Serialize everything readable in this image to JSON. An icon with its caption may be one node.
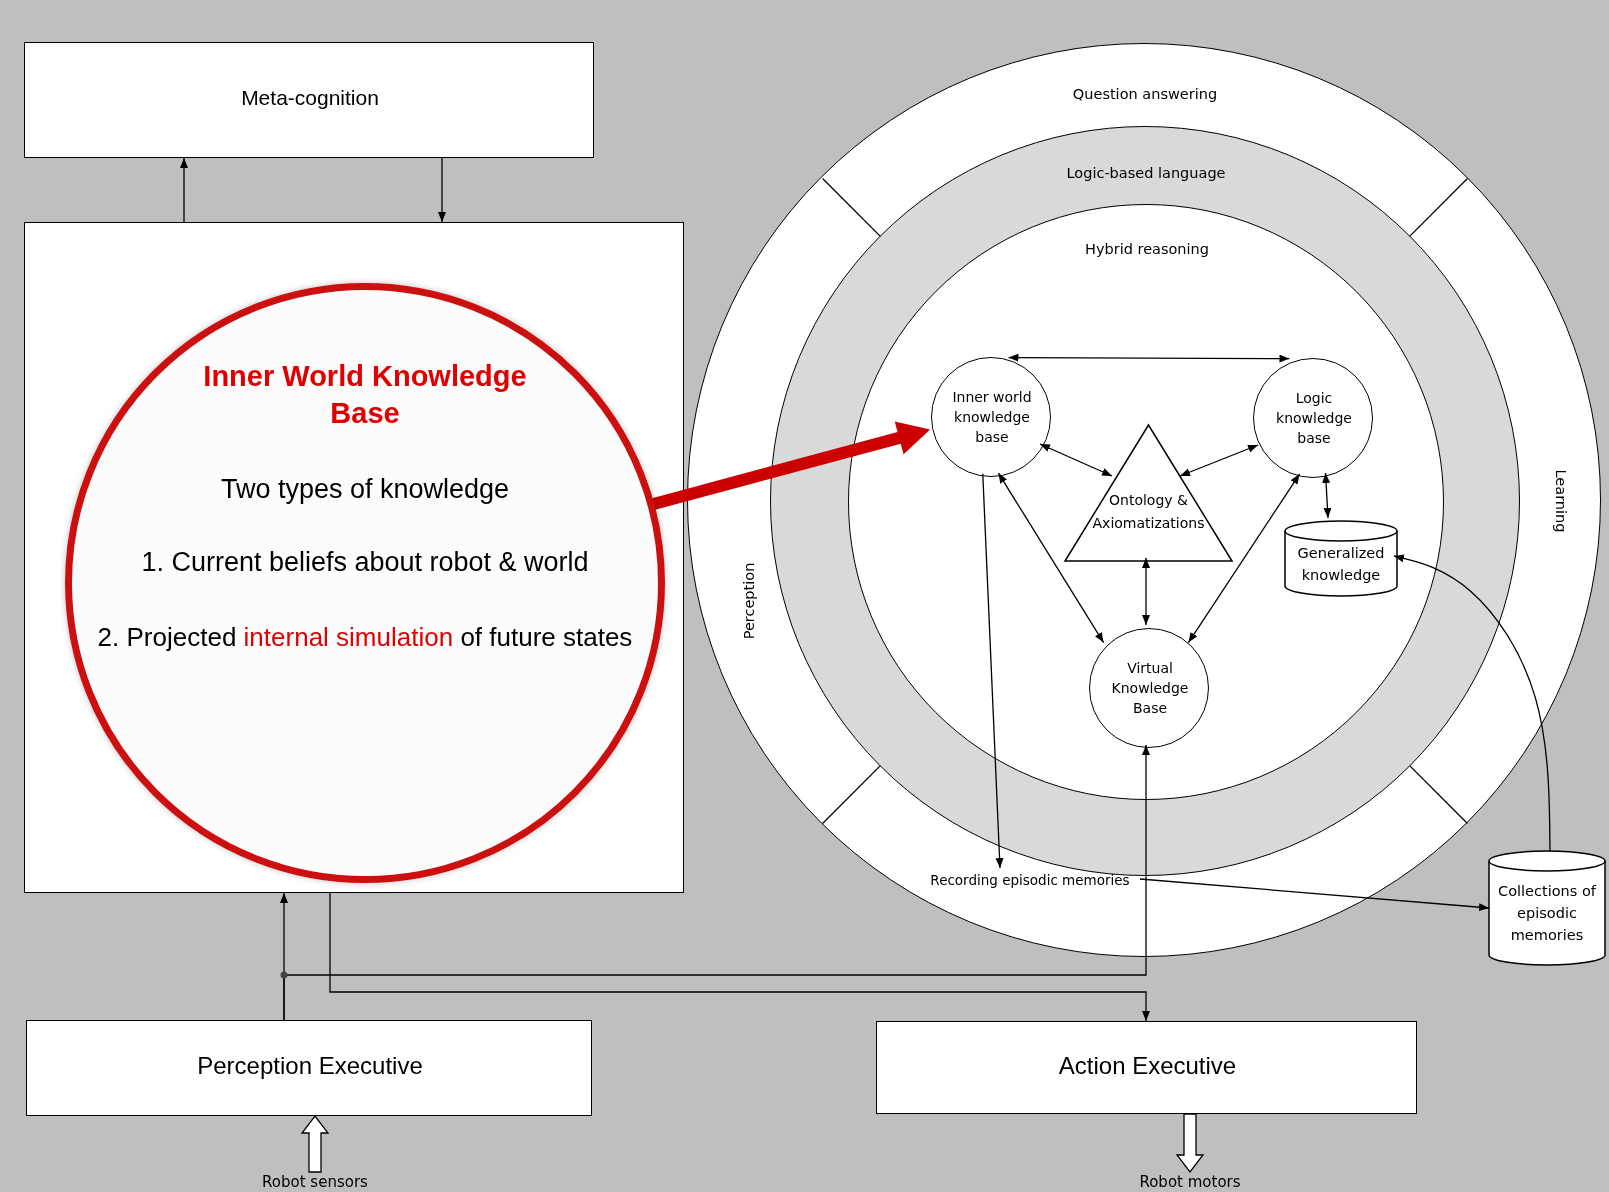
{
  "diagram": {
    "nodes": [
      {
        "text": [
          "Meta-cognition"
        ]
      },
      {
        "text": [],
        "shape": "box"
      },
      {
        "text": [
          "Inner World Knowledge Base",
          "Two types of knowledge",
          "1. Current beliefs about robot & world",
          "2. Projected *internal simulation* of future states"
        ],
        "in": 1
      },
      {
        "text": [],
        "shape": "circle"
      },
      {
        "text": [
          "Question answering"
        ],
        "in": 3
      },
      {
        "text": [
          "Perception"
        ],
        "in": 3
      },
      {
        "text": [
          "Learning"
        ],
        "in": 3
      },
      {
        "text": [
          "Logic-based language"
        ],
        "in": 3
      },
      {
        "text": [
          "Hybrid reasoning"
        ],
        "in": 7
      },
      {
        "text": [
          "Inner world knowledge base"
        ],
        "in": 8
      },
      {
        "text": [
          "Logic knowledge base"
        ],
        "in": 8
      },
      {
        "text": [
          "Ontology & Axiomatizations"
        ],
        "in": 8
      },
      {
        "text": [
          "Generalized knowledge"
        ],
        "in": 8
      },
      {
        "text": [
          "Virtual Knowledge Base"
        ],
        "in": 8
      },
      {
        "text": [
          "Recording episodic memories"
        ],
        "in": 3
      },
      {
        "text": [
          "Collections of episodic memories"
        ]
      },
      {
        "text": [
          "Perception Executive"
        ]
      },
      {
        "text": [
          "Action Executive"
        ]
      },
      {
        "text": [
          "Robot sensors"
        ]
      },
      {
        "text": [
          "Robot motors"
        ]
      }
    ],
    "edges": [
      {
        "from": 1,
        "to": 0,
        "arrow": "to"
      },
      {
        "from": 0,
        "to": 1,
        "arrow": "to"
      },
      {
        "from": 2,
        "to": 9,
        "arrow": "to",
        "style": "thick",
        "color": "#cc0000"
      },
      {
        "from": 9,
        "to": 10,
        "arrow": "both"
      },
      {
        "from": 9,
        "to": 11,
        "arrow": "both"
      },
      {
        "from": 10,
        "to": 11,
        "arrow": "both"
      },
      {
        "from": 11,
        "to": 13,
        "arrow": "both"
      },
      {
        "from": 9,
        "to": 13,
        "arrow": "both"
      },
      {
        "from": 10,
        "to": 13,
        "arrow": "both"
      },
      {
        "from": 10,
        "to": 12,
        "arrow": "both"
      },
      {
        "from": 9,
        "to": 14,
        "arrow": "to"
      },
      {
        "from": 14,
        "to": 15,
        "arrow": "to"
      },
      {
        "from": 15,
        "to": 12,
        "arrow": "to"
      },
      {
        "from": 16,
        "to": 1,
        "arrow": "to"
      },
      {
        "from": 16,
        "to": 13,
        "arrow": "to"
      },
      {
        "from": 1,
        "to": 17,
        "arrow": "to"
      },
      {
        "from": 18,
        "to": 16,
        "arrow": "to",
        "style": "thick"
      },
      {
        "from": 17,
        "to": 19,
        "arrow": "to",
        "style": "thick"
      }
    ]
  }
}
